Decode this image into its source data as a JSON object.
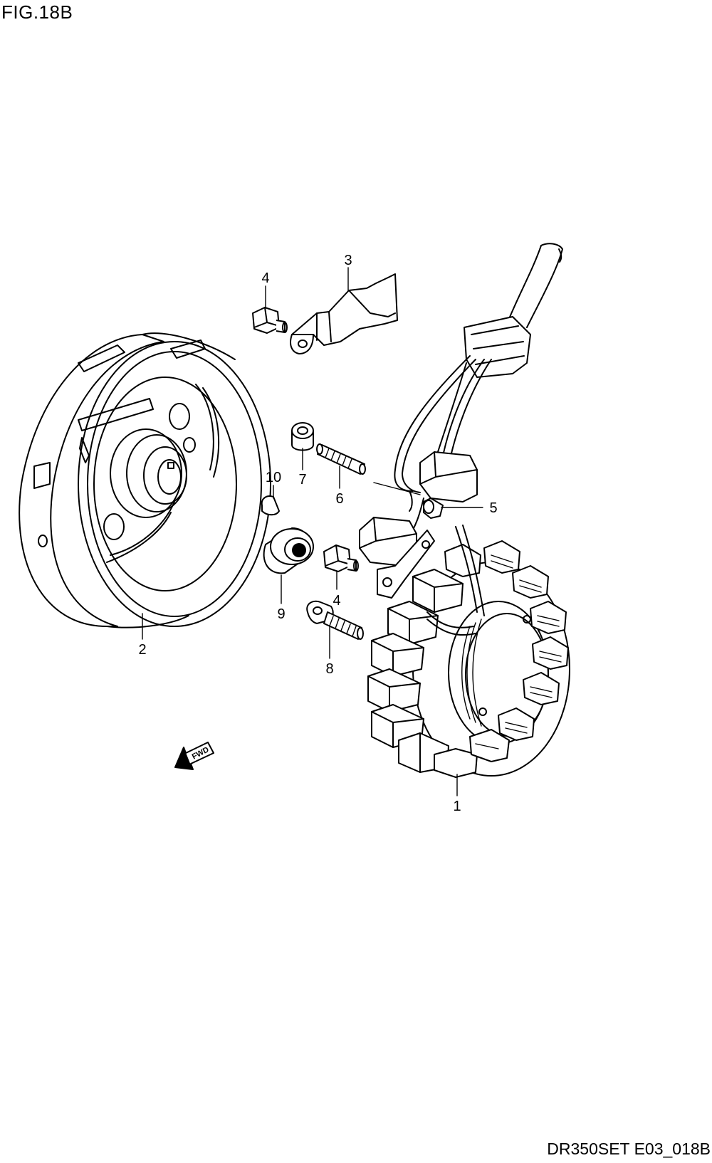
{
  "figure": {
    "title": "FIG.18B",
    "code": "DR350SET E03_018B"
  },
  "callouts": [
    {
      "number": "1",
      "part": "stator"
    },
    {
      "number": "2",
      "part": "rotor"
    },
    {
      "number": "3",
      "part": "clamp"
    },
    {
      "number": "4",
      "part": "bolt"
    },
    {
      "number": "4",
      "part": "bolt"
    },
    {
      "number": "5",
      "part": "collar"
    },
    {
      "number": "6",
      "part": "bolt"
    },
    {
      "number": "7",
      "part": "collar"
    },
    {
      "number": "8",
      "part": "bolt"
    },
    {
      "number": "9",
      "part": "nut"
    },
    {
      "number": "10",
      "part": "key"
    }
  ],
  "direction_marker": {
    "label": "FWD",
    "icon": "forward-arrow-icon"
  }
}
